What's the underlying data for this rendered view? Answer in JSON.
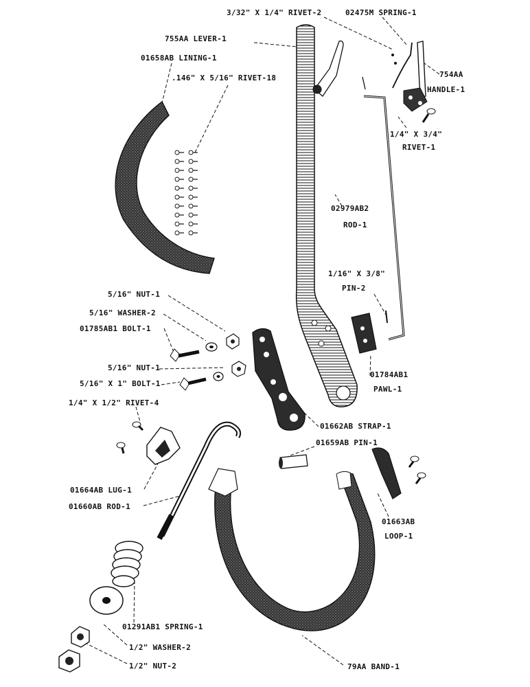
{
  "labels": {
    "rivet_332": "3/32\" X 1/4\"  RIVET-2",
    "spring_02475m": "02475M SPRING-1",
    "lever": "755AA LEVER-1",
    "lining": "01658AB LINING-1",
    "rivet_146": ".146\" X 5/16\" RIVET-18",
    "handle_num": "754AA",
    "handle": "HANDLE-1",
    "rivet_14_34_a": "1/4\" X 3/4\"",
    "rivet_14_34_b": "RIVET-1",
    "rod_a": "02979AB2",
    "rod_b": "ROD-1",
    "pin_116_a": "1/16\" X 3/8\"",
    "pin_116_b": "PIN-2",
    "nut_516_a": "5/16\" NUT-1",
    "washer_516": "5/16\" WASHER-2",
    "bolt_01785": "01785AB1 BOLT-1",
    "nut_516_b": "5/16\" NUT-1",
    "bolt_516_1": "5/16\" X 1\" BOLT-1",
    "pawl_a": "01784AB1",
    "pawl_b": "PAWL-1",
    "rivet_14_12": "1/4\" X 1/2\" RIVET-4",
    "strap": "01662AB STRAP-1",
    "pin_01659": "01659AB PIN-1",
    "lug": "01664AB LUG-1",
    "rod_01660": "01660AB ROD-1",
    "loop_a": "01663AB",
    "loop_b": "LOOP-1",
    "spring_01291": "01291AB1 SPRING-1",
    "washer_12": "1/2\" WASHER-2",
    "nut_12": "1/2\" NUT-2",
    "band": "79AA BAND-1"
  }
}
